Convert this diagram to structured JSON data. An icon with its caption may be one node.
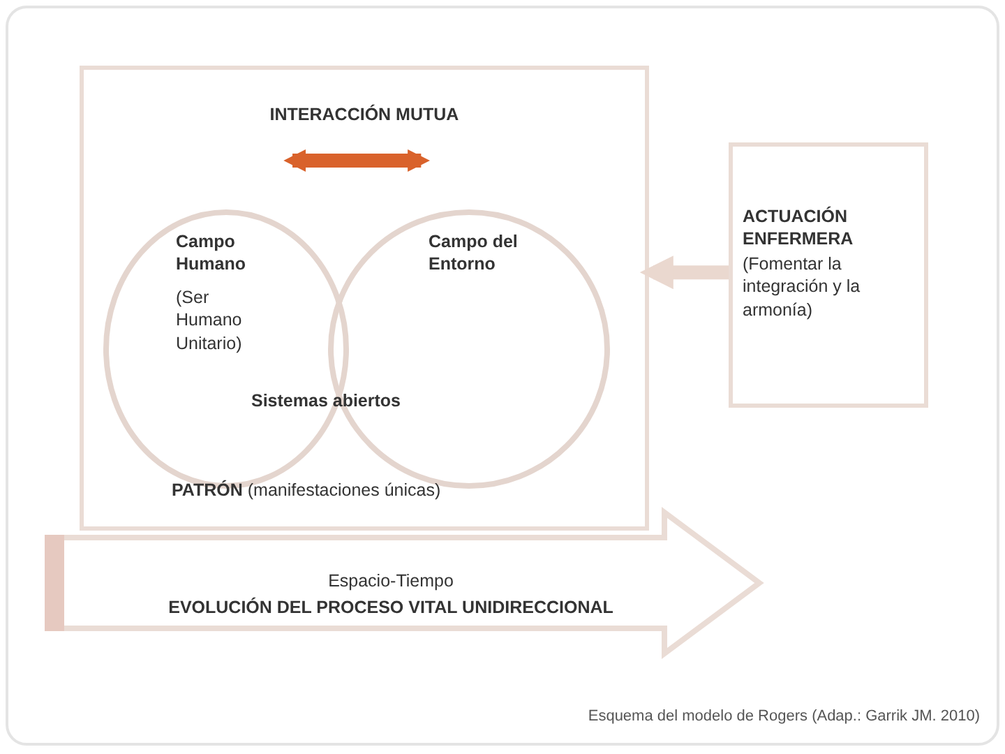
{
  "diagram": {
    "caption": "Esquema del modelo de Rogers (Adap.: Garrik JM. 2010)",
    "nodes": [
      {
        "text": [
          "INTERACCIÓN MUTUA",
          "**PATRÓN** (manifestaciones únicas)"
        ]
      },
      {
        "text": [
          "Campo Humano",
          "(Ser Humano Unitario)"
        ],
        "in": 0
      },
      {
        "text": [
          "Campo del Entorno"
        ],
        "in": 0
      },
      {
        "text": [
          "ACTUACIÓN ENFERMERA",
          "(Fomentar la integración y la armonía)"
        ]
      },
      {
        "text": [
          "Espacio-Tiempo",
          "EVOLUCIÓN DEL PROCESO VITAL UNIDIRECCIONAL"
        ]
      }
    ],
    "edges": [
      {
        "from": 1,
        "to": 2,
        "arrow": "both",
        "color": "#d9622b"
      },
      {
        "from": 3,
        "to": 0,
        "arrow": "to",
        "color": "#ead8cf"
      }
    ],
    "labels": [
      "Sistemas abiertos"
    ]
  }
}
